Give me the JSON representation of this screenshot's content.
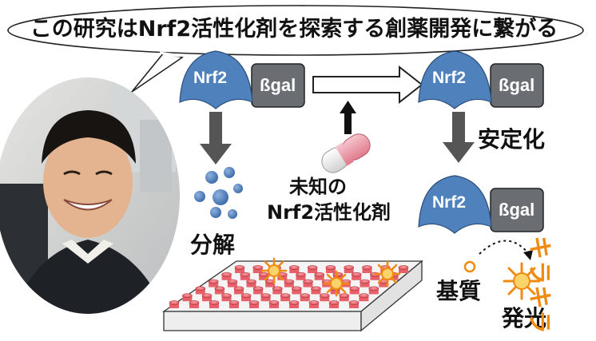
{
  "speech_bubble": {
    "text": "この研究はNrf2活性化剤を探索する創薬開発に繋がる"
  },
  "complex_left": {
    "nrf2": "Nrf2",
    "bgal": "ßgal"
  },
  "complex_right_top": {
    "nrf2": "Nrf2",
    "bgal": "ßgal"
  },
  "complex_right_bottom": {
    "nrf2": "Nrf2",
    "bgal": "ßgal"
  },
  "labels": {
    "degradation": "分解",
    "stabilization": "安定化",
    "compound_line1": "未知の",
    "compound_line2": "Nrf2活性化剤",
    "substrate": "基質",
    "luminescence": "発光",
    "sparkle": "キラキラ"
  },
  "colors": {
    "nrf2_blue": "#4f81bd",
    "bgal_gray": "#6a6e73",
    "arrow_gray": "#555555",
    "sparkle_orange": "#f08a10",
    "well_red": "#e8616a",
    "bubble_blue": "#4a7cbc"
  },
  "icons": [
    "person-photo",
    "capsule-icon",
    "well-plate",
    "burst-icon"
  ]
}
